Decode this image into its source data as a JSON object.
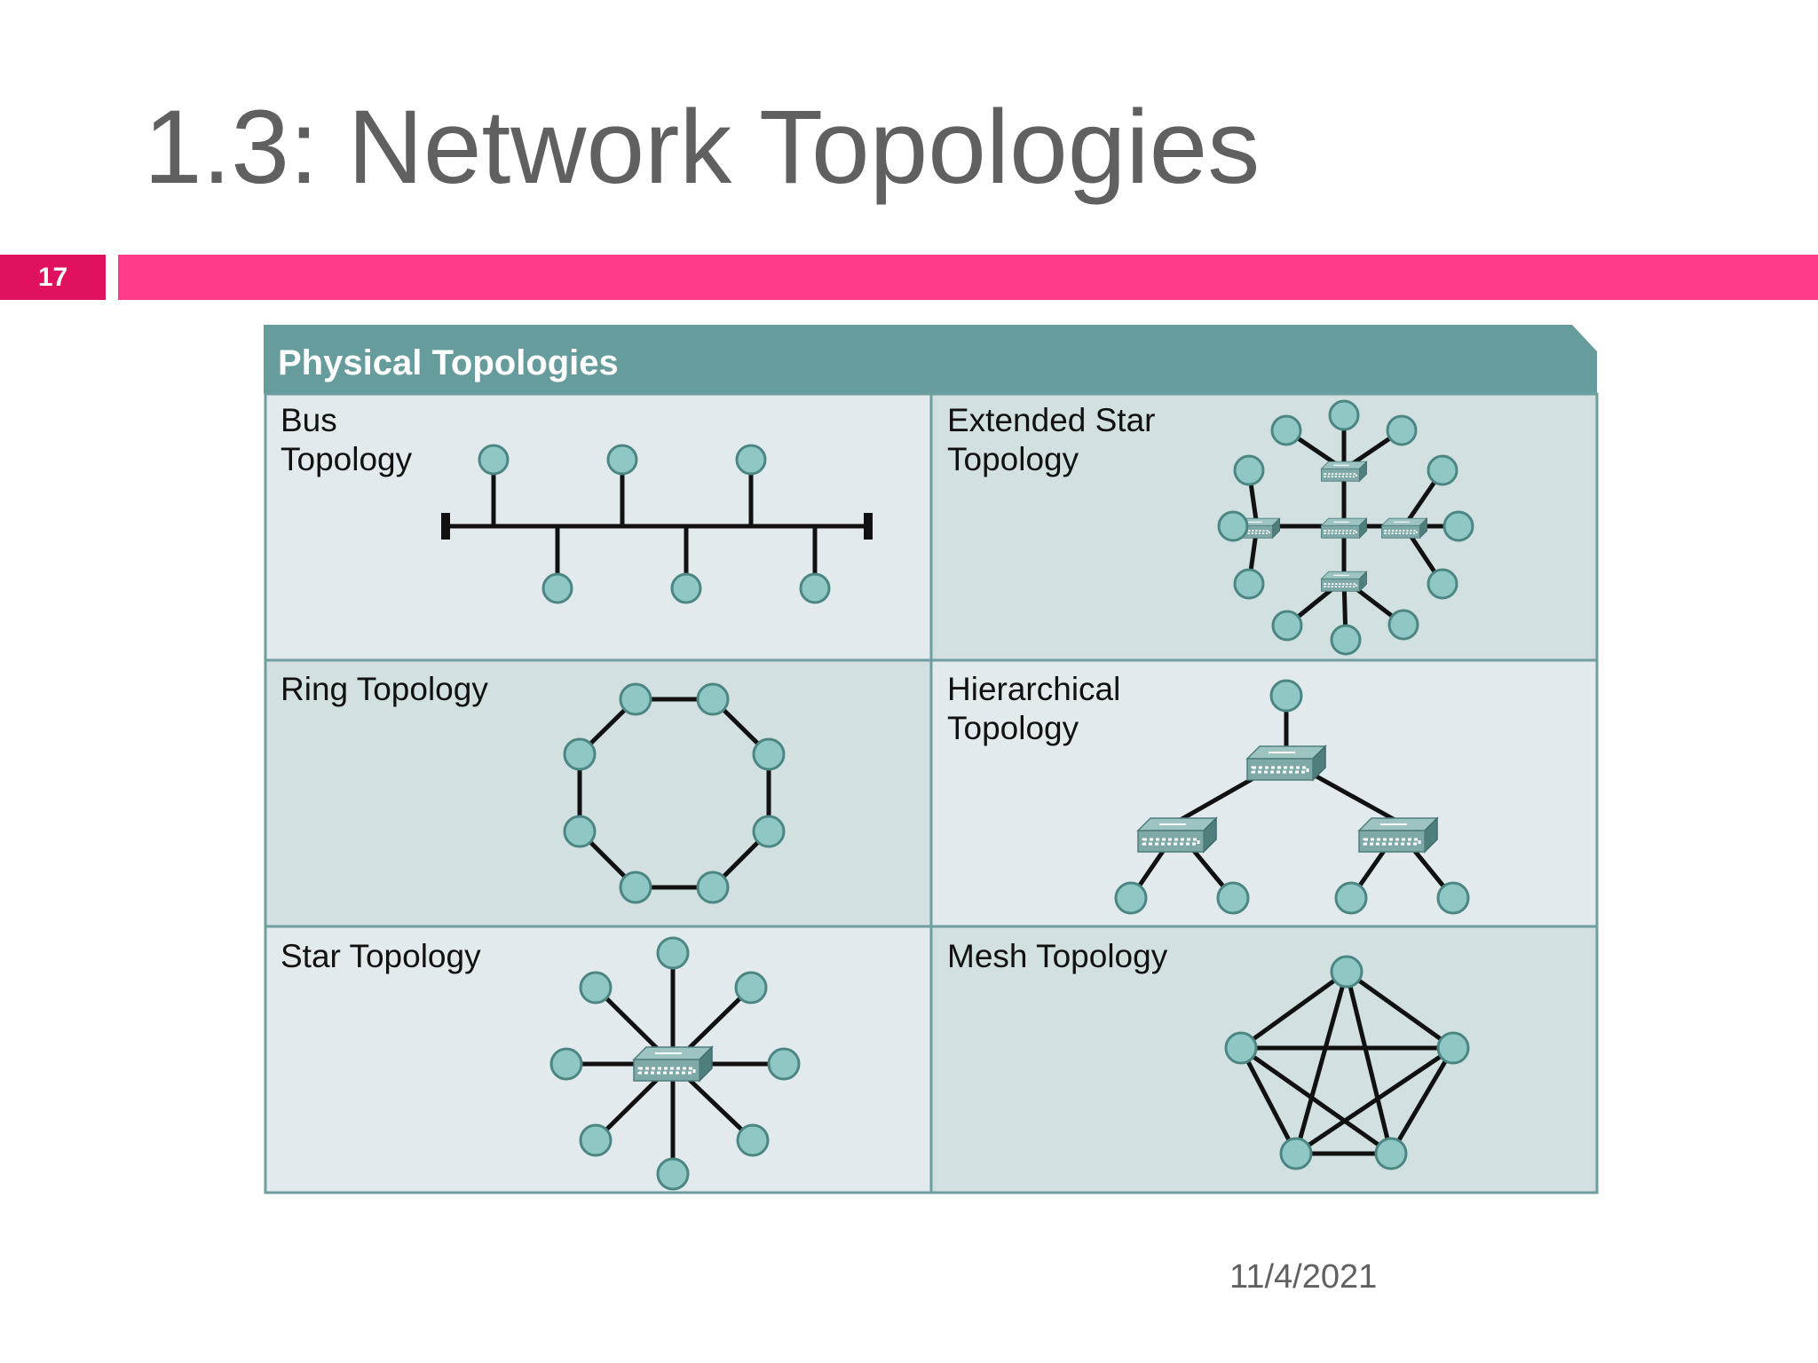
{
  "slide": {
    "title": "1.3: Network Topologies",
    "number": "17",
    "date": "11/4/2021"
  },
  "figure": {
    "header": "Physical Topologies",
    "cells": {
      "bus": "Bus\nTopology",
      "extended_star": "Extended Star\nTopology",
      "ring": "Ring Topology",
      "hierarchical": "Hierarchical\nTopology",
      "star": "Star Topology",
      "mesh": "Mesh Topology"
    }
  },
  "colors": {
    "header_bg": "#669c9c",
    "cell_light": "#e2eaee",
    "cell_dark": "#d2e0e1",
    "border": "#6e9e9e",
    "node_fill": "#8ec7c3",
    "node_stroke": "#4c8683",
    "accent_pink": "#ff3b8a",
    "number_red": "#e0115f"
  }
}
